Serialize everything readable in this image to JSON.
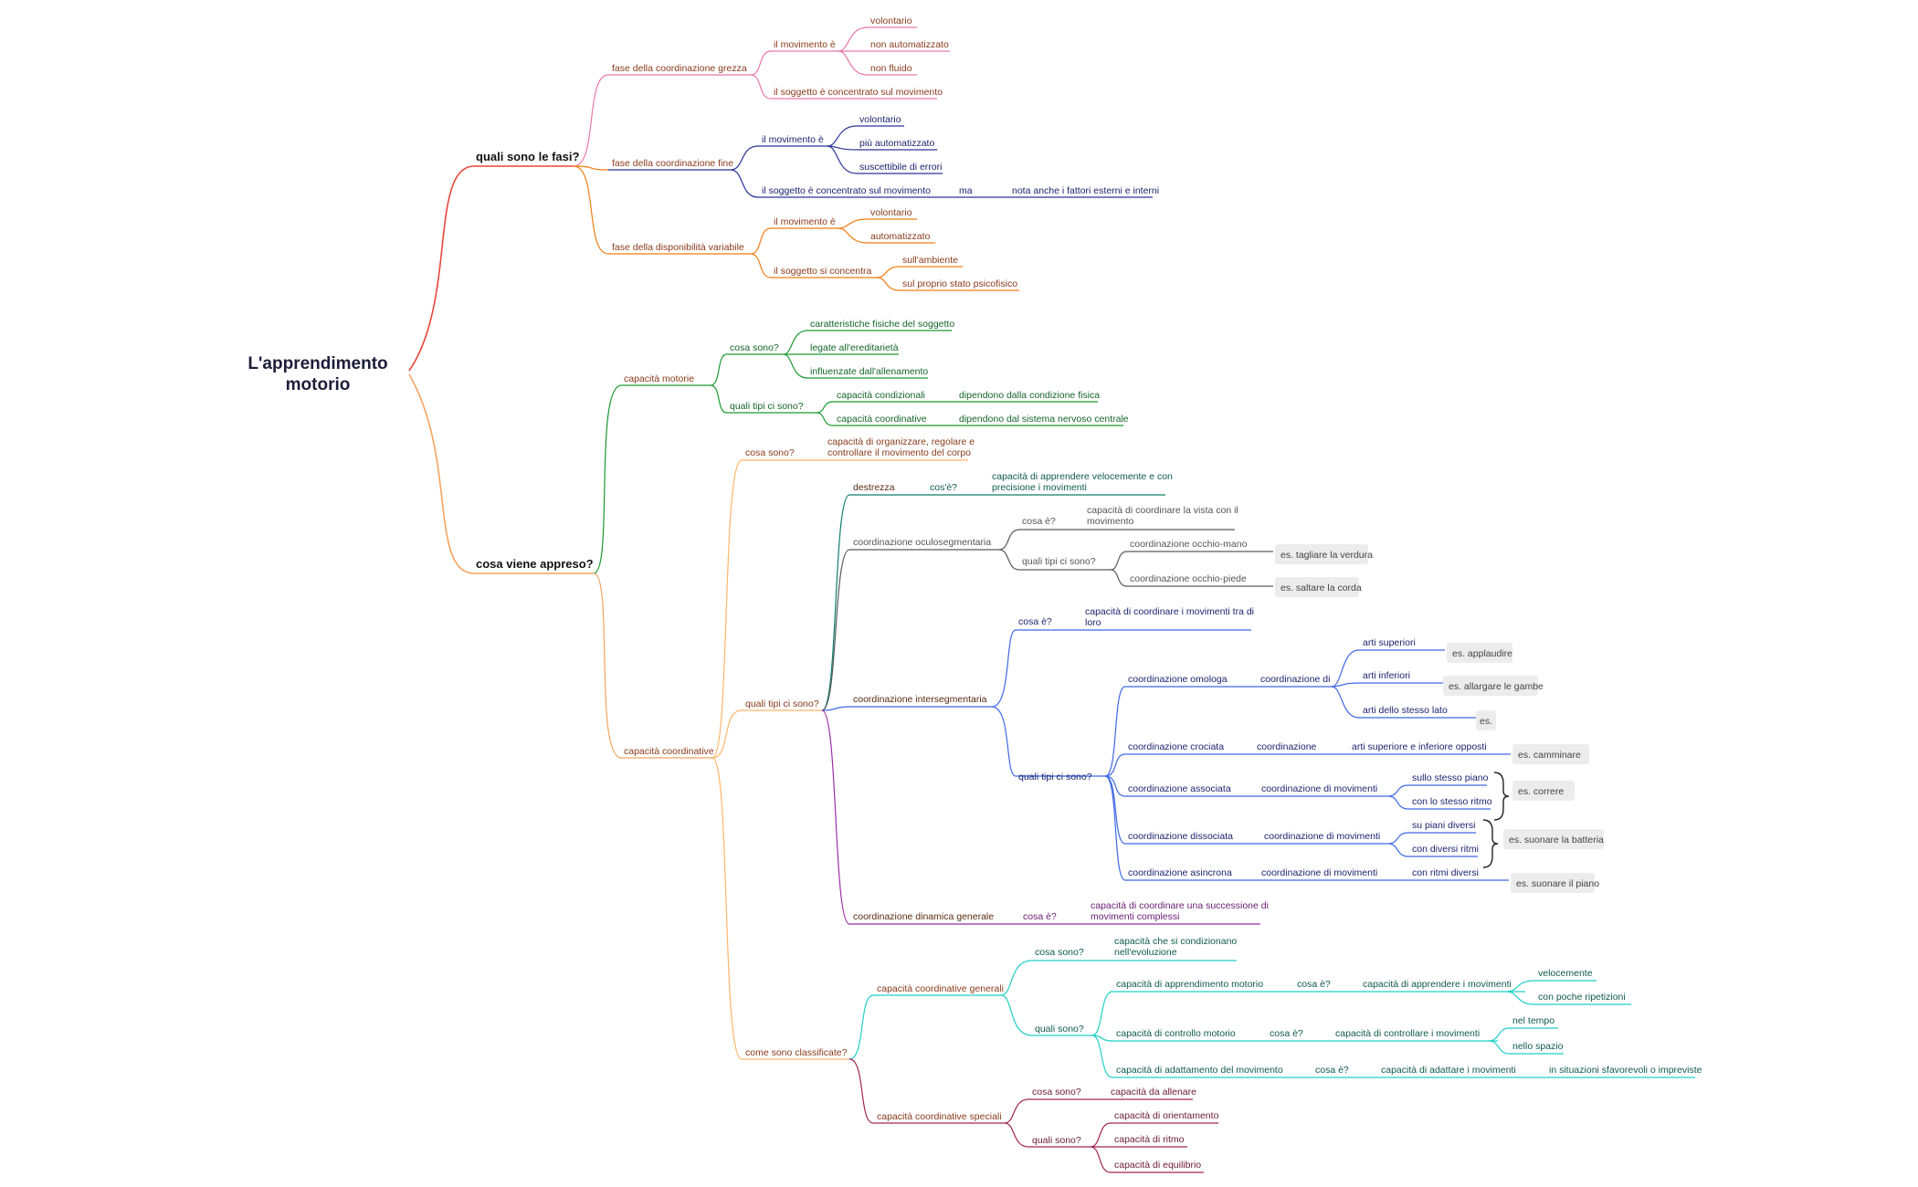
{
  "root": {
    "line1": "L'apprendimento",
    "line2": "motorio"
  },
  "colors": {
    "red": "#e8473a",
    "peach": "#f4a35e",
    "pink": "#e879a8",
    "navy": "#2a3499",
    "orange": "#ef7d12",
    "green": "#1a9a31",
    "gold": "#ff9a30",
    "teal": "#0f7c6a",
    "gray": "#5a5a5a",
    "blue": "#3f68e4",
    "purple": "#9b2ea7",
    "cyan": "#21cfc7",
    "maroon": "#a32653",
    "textdark": "#333333"
  },
  "fasi": {
    "title": "quali sono le fasi?",
    "grezza": {
      "label": "fase della coordinazione grezza",
      "mov": "il movimento è",
      "items": [
        "volontario",
        "non automatizzato",
        "non fluido"
      ],
      "soggetto": "il soggetto è concentrato sul movimento"
    },
    "fine": {
      "label": "fase della coordinazione fine",
      "mov": "il movimento è",
      "items": [
        "volontario",
        "più automatizzato",
        "suscettibile di errori"
      ],
      "soggetto": "il soggetto è concentrato sul movimento",
      "ma": "ma",
      "nota": "nota anche i fattori esterni e interni"
    },
    "variabile": {
      "label": "fase della disponibilità variabile",
      "mov": "il movimento è",
      "items": [
        "volontario",
        "automatizzato"
      ],
      "conc": "il soggetto si concentra",
      "conc_items": [
        "sull'ambiente",
        "sul proprio stato psicofisico"
      ]
    }
  },
  "appreso": {
    "title": "cosa viene appreso?",
    "motorie": {
      "label": "capacità motorie",
      "cosa": "cosa sono?",
      "cosa_items": [
        "caratteristiche fisiche del soggetto",
        "legate all'ereditarietà",
        "influenzate dall'allenamento"
      ],
      "tipi": "quali tipi ci sono?",
      "condizionali": "capacità condizionali",
      "condizionali_desc": "dipendono dalla condizione fisica",
      "coordinative": "capacità coordinative",
      "coordinative_desc": "dipendono dal sistema nervoso centrale"
    },
    "coordinative": {
      "label": "capacità coordinative",
      "cosa": "cosa sono?",
      "cosa_desc1": "capacità di organizzare, regolare e",
      "cosa_desc2": "controllare il movimento del corpo",
      "tipi": "quali tipi ci sono?",
      "destrezza": "destrezza",
      "destrezza_q": "cos'è?",
      "destrezza_d1": "capacità di apprendere velocemente e con",
      "destrezza_d2": "precisione i movimenti",
      "oculo": "coordinazione oculosegmentaria",
      "oculo_cosa": "cosa è?",
      "oculo_d1": "capacità di coordinare la vista con il",
      "oculo_d2": "movimento",
      "oculo_tipi": "quali tipi ci sono?",
      "occhio_mano": "coordinazione occhio-mano",
      "occhio_mano_es": "es. tagliare la verdura",
      "occhio_piede": "coordinazione occhio-piede",
      "occhio_piede_es": "es. saltare la corda",
      "inter": "coordinazione intersegmentaria",
      "inter_cosa": "cosa è?",
      "inter_d1": "capacità di coordinare i movimenti tra di",
      "inter_d2": "loro",
      "inter_tipi": "quali tipi ci sono?",
      "omologa": "coordinazione omologa",
      "omologa_di": "coordinazione di",
      "arti_sup": "arti superiori",
      "arti_sup_es": "es. applaudire",
      "arti_inf": "arti inferiori",
      "arti_inf_es": "es. allargare le gambe",
      "arti_lato": "arti dello stesso lato",
      "arti_lato_es": "es.",
      "crociata": "coordinazione crociata",
      "crociata_c": "coordinazione",
      "crociata_d": "arti superiore e inferiore opposti",
      "crociata_es": "es. camminare",
      "associata": "coordinazione associata",
      "associata_c": "coordinazione di movimenti",
      "associata_i1": "sullo stesso piano",
      "associata_i2": "con lo stesso ritmo",
      "associata_es": "es. correre",
      "dissociata": "coordinazione dissociata",
      "dissociata_c": "coordinazione di movimenti",
      "dissociata_i1": "su piani diversi",
      "dissociata_i2": "con diversi ritmi",
      "dissociata_es": "es. suonare la batteria",
      "asincrona": "coordinazione asincrona",
      "asincrona_c": "coordinazione di movimenti",
      "asincrona_d": "con ritmi diversi",
      "asincrona_es": "es. suonare il piano",
      "dinamica": "coordinazione dinamica generale",
      "dinamica_q": "cosa è?",
      "dinamica_d1": "capacità di coordinare una successione di",
      "dinamica_d2": "movimenti complessi",
      "classificate": "come sono classificate?",
      "generali": "capacità coordinative generali",
      "gen_cosa": "cosa sono?",
      "gen_cosa_d1": "capacità che si condizionano",
      "gen_cosa_d2": "nell'evoluzione",
      "gen_quali": "quali sono?",
      "app_motorio": "capacità di apprendimento motorio",
      "app_q": "cosa è?",
      "app_d": "capacità di apprendere i movimenti",
      "app_i1": "velocemente",
      "app_i2": "con poche ripetizioni",
      "ctrl_motorio": "capacità di controllo motorio",
      "ctrl_q": "cosa è?",
      "ctrl_d": "capacità di controllare i movimenti",
      "ctrl_i1": "nel tempo",
      "ctrl_i2": "nello spazio",
      "adatt": "capacità di adattamento del movimento",
      "adatt_q": "cosa è?",
      "adatt_d": "capacità di adattare i movimenti",
      "adatt_i": "in situazioni sfavorevoli o impreviste",
      "speciali": "capacità coordinative speciali",
      "spec_cosa": "cosa sono?",
      "spec_cosa_d": "capacità da allenare",
      "spec_quali": "quali sono?",
      "spec_items": [
        "capacità di orientamento",
        "capacità di ritmo",
        "capacità di equilibrio"
      ]
    }
  }
}
